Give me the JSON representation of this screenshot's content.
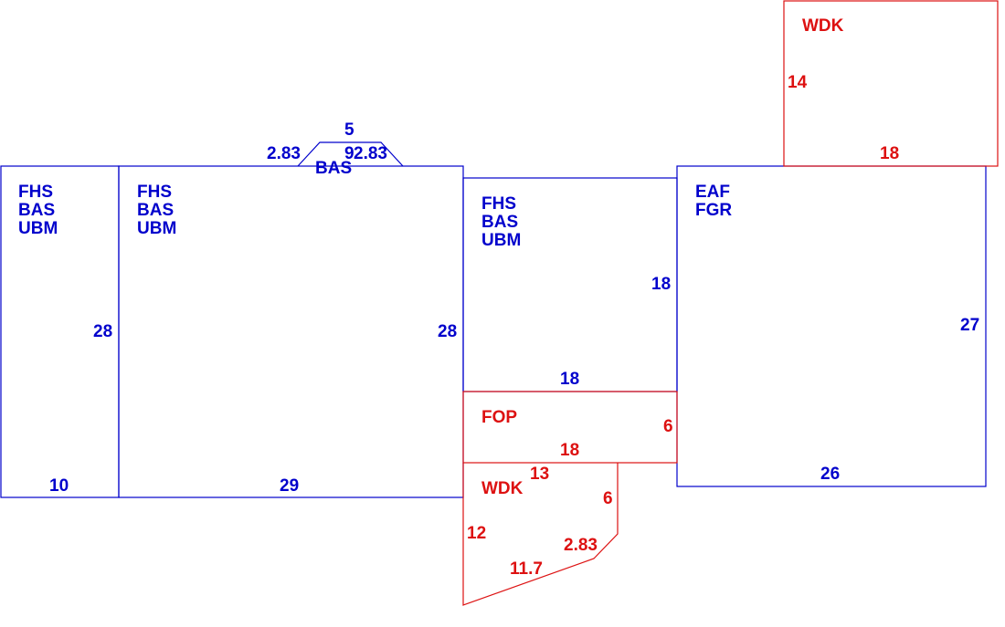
{
  "colors": {
    "building": "#0000cc",
    "exterior": "#dd1111",
    "background": "#ffffff"
  },
  "areas": {
    "left_section": {
      "codes": [
        "FHS",
        "BAS",
        "UBM"
      ],
      "dims": {
        "side": "28",
        "bottom": "10"
      }
    },
    "main_section": {
      "codes": [
        "FHS",
        "BAS",
        "UBM"
      ],
      "dims": {
        "side": "28",
        "bottom": "29"
      }
    },
    "bay": {
      "code": "BAS",
      "dims": {
        "top": "5",
        "depth": "9",
        "left_diag": "2.83",
        "right_diag": "2.83"
      }
    },
    "center_section": {
      "codes": [
        "FHS",
        "BAS",
        "UBM"
      ],
      "dims": {
        "side": "18",
        "bottom": "18"
      }
    },
    "porch": {
      "code": "FOP",
      "dims": {
        "side": "6",
        "bottom": "18"
      }
    },
    "lower_deck": {
      "code": "WDK",
      "dims": {
        "top": "13",
        "right": "6",
        "left": "12",
        "diag_short": "2.83",
        "diag_long": "11.7"
      }
    },
    "right_section": {
      "codes": [
        "EAF",
        "FGR"
      ],
      "dims": {
        "side": "27",
        "bottom": "26"
      }
    },
    "upper_deck": {
      "code": "WDK",
      "dims": {
        "side": "14",
        "bottom": "18"
      }
    }
  }
}
